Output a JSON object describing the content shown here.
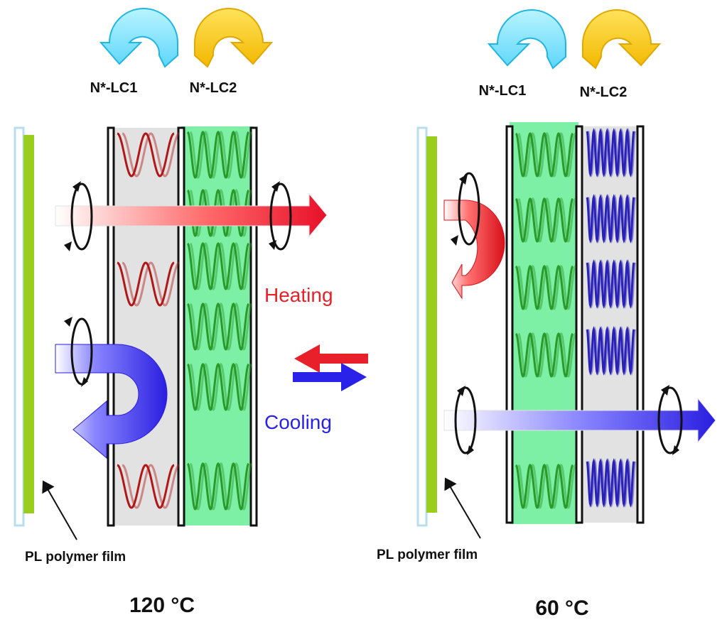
{
  "left_panel": {
    "handedness": {
      "lc1": "N*-LC1",
      "lc2": "N*-LC2"
    },
    "film_label": "PL polymer film",
    "temperature": "120 °C"
  },
  "right_panel": {
    "handedness": {
      "lc1": "N*-LC1",
      "lc2": "N*-LC2"
    },
    "film_label": "PL polymer film",
    "temperature": "60 °C"
  },
  "transition": {
    "heating_label": "Heating",
    "cooling_label": "Cooling",
    "heating_color": "#e8202a",
    "cooling_color": "#2a22e8"
  },
  "colors": {
    "lc1_helix": "#b01818",
    "lc2_helix": "#2a9a2a",
    "lc2_short_pitch_helix": "#2a22b8",
    "film": "#9acd1e",
    "glass_border": "#b8ddf0",
    "active_layer": "#7ef0a6",
    "inactive_layer": "#e2e2e2",
    "left_handed_arrow": "#7fe3ff",
    "right_handed_arrow": "#ffd21f"
  },
  "icons": [
    "counterclockwise-arrow-icon",
    "clockwise-arrow-icon",
    "circular-polarization-icon",
    "equilibrium-arrow-icon"
  ]
}
